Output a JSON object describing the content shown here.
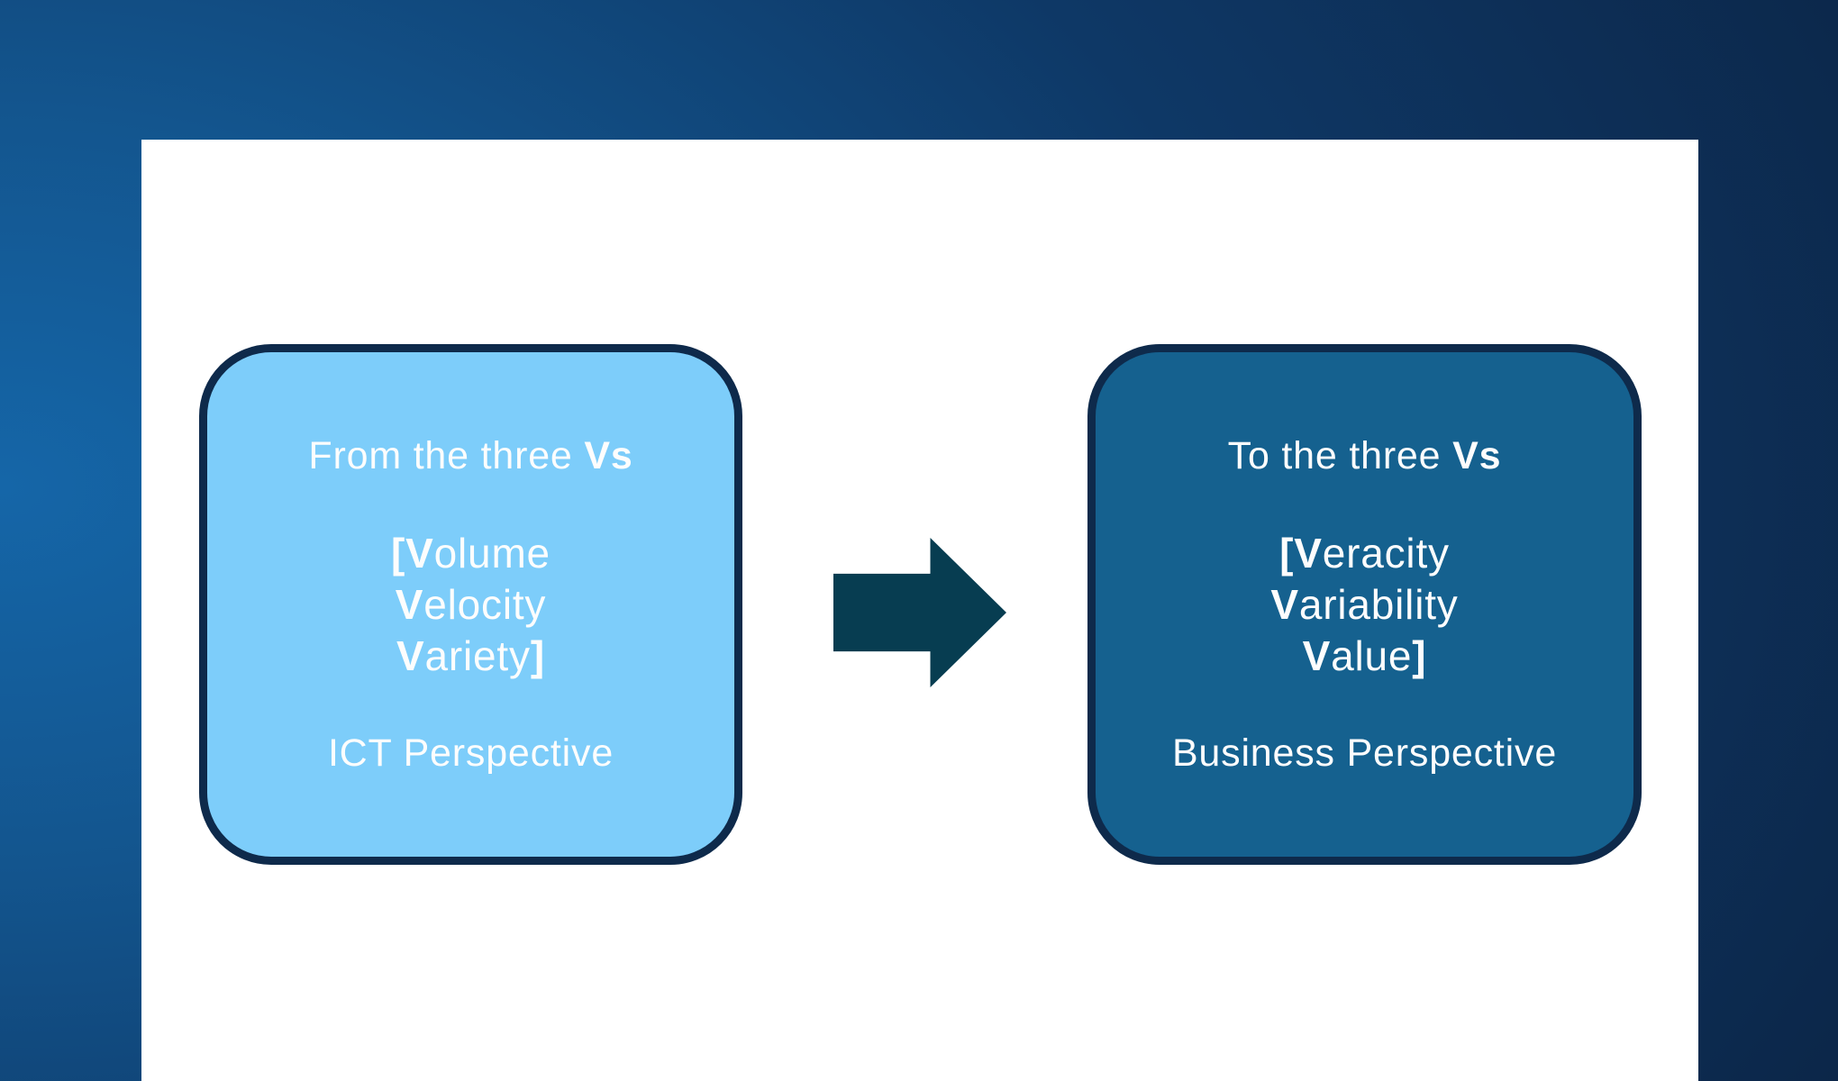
{
  "slide": {
    "background_colors": {
      "light": "#1566A8",
      "dark": "#0C2648"
    },
    "panel_color": "#FFFFFF",
    "boxes": [
      {
        "id": "ict",
        "fill": "#7DCDFA",
        "border": "#0E2A4B",
        "text_color": "#FDFDFD",
        "title": {
          "regular": "From the three ",
          "bold": "Vs"
        },
        "lines": [
          {
            "bold": "[V",
            "regular": "olume",
            "bold_end": ""
          },
          {
            "bold": "V",
            "regular": "elocity",
            "bold_end": ""
          },
          {
            "bold": "V",
            "regular": "ariety",
            "bold_end": "]"
          }
        ],
        "footer": "ICT Perspective"
      },
      {
        "id": "business",
        "fill": "#15618F",
        "border": "#0E2A4B",
        "text_color": "#FDFDFD",
        "title": {
          "regular": "To the three ",
          "bold": "Vs"
        },
        "lines": [
          {
            "bold": "[V",
            "regular": "eracity",
            "bold_end": ""
          },
          {
            "bold": "V",
            "regular": "ariability",
            "bold_end": ""
          },
          {
            "bold": "V",
            "regular": "alue",
            "bold_end": "]"
          }
        ],
        "footer": "Business Perspective"
      }
    ],
    "arrow": {
      "direction": "right",
      "color": "#073D51"
    }
  }
}
